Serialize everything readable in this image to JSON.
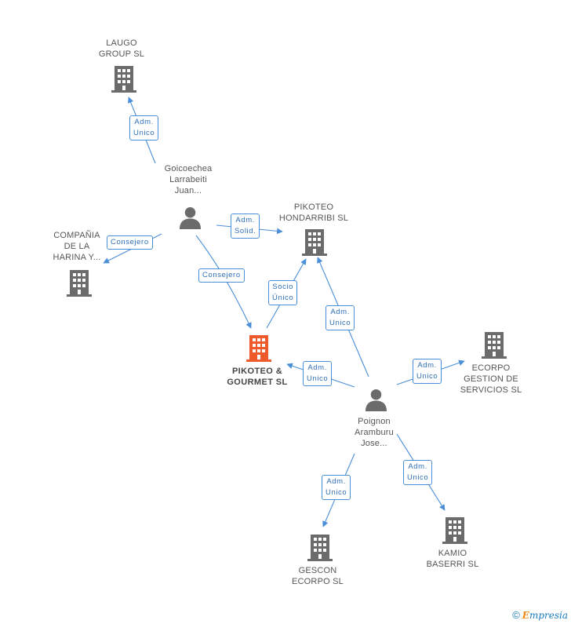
{
  "nodes": {
    "laugo": {
      "lines": [
        "LAUGO",
        "GROUP SL"
      ],
      "type": "company"
    },
    "goicoechea": {
      "lines": [
        "Goicoechea",
        "Larrabeiti",
        "Juan..."
      ],
      "type": "person"
    },
    "compania": {
      "lines": [
        "COMPAÑIA",
        "DE LA",
        "HARINA Y..."
      ],
      "type": "company"
    },
    "hondarribi": {
      "lines": [
        "PIKOTEO",
        "HONDARRIBI SL"
      ],
      "type": "company"
    },
    "pikoteo_gourmet": {
      "lines": [
        "PIKOTEO &",
        "GOURMET SL"
      ],
      "type": "company-main"
    },
    "poignon": {
      "lines": [
        "Poignon",
        "Aramburu",
        "Jose..."
      ],
      "type": "person"
    },
    "ecorpo_gestion": {
      "lines": [
        "ECORPO",
        "GESTION DE",
        "SERVICIOS SL"
      ],
      "type": "company"
    },
    "gescon": {
      "lines": [
        "GESCON",
        "ECORPO SL"
      ],
      "type": "company"
    },
    "kamio": {
      "lines": [
        "KAMIO",
        "BASERRI SL"
      ],
      "type": "company"
    }
  },
  "edges": {
    "e1": [
      "Adm.",
      "Unico"
    ],
    "e2": [
      "Consejero"
    ],
    "e3": [
      "Adm.",
      "Solid."
    ],
    "e4": [
      "Consejero"
    ],
    "e5": [
      "Socio",
      "Único"
    ],
    "e6": [
      "Adm.",
      "Unico"
    ],
    "e7": [
      "Adm.",
      "Unico"
    ],
    "e8": [
      "Adm.",
      "Unico"
    ],
    "e9": [
      "Adm.",
      "Unico"
    ],
    "e10": [
      "Adm.",
      "Unico"
    ]
  },
  "colors": {
    "edge": "#4a8fd8",
    "company_icon": "#6b6b6b",
    "main_icon": "#ee5a2a"
  },
  "footer": {
    "copyright": "©",
    "brand_first": "E",
    "brand_rest": "mpresia"
  }
}
